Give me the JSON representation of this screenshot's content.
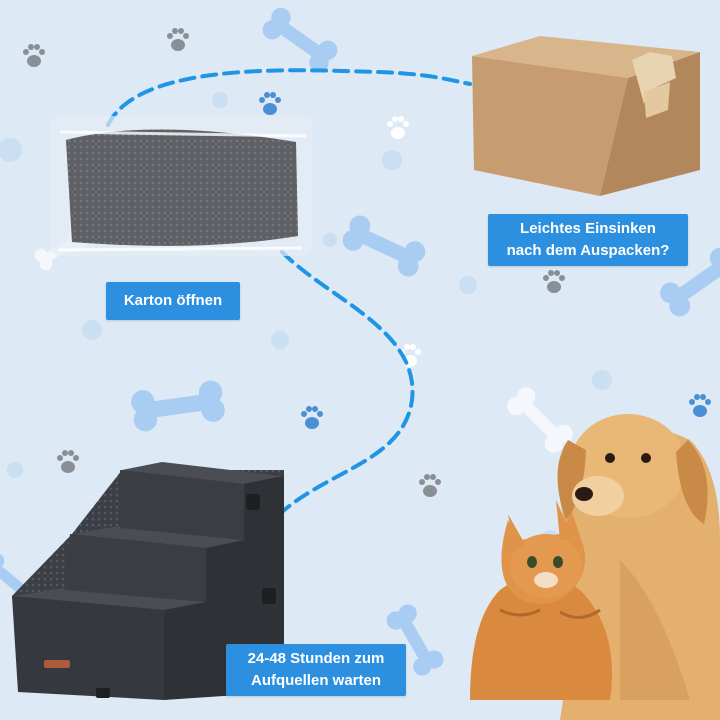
{
  "steps": {
    "open_box": "Karton öffnen",
    "sink_line1": "Leichtes Einsinken",
    "sink_line2": "nach dem Auspacken?",
    "swell_line1": "24-48 Stunden zum",
    "swell_line2": "Aufquellen warten"
  },
  "colors": {
    "background": "#dde9f5",
    "label_bg": "#2d8fe0",
    "dashed_line": "#1f95e6",
    "bone": "#a9cdf2",
    "paw": "#8a8f96",
    "cardboard": "#c9a27a"
  },
  "icons": [
    "bone-icon",
    "paw-icon",
    "cardboard-box",
    "vacuum-pack",
    "pet-stairs",
    "dog-and-cat"
  ]
}
